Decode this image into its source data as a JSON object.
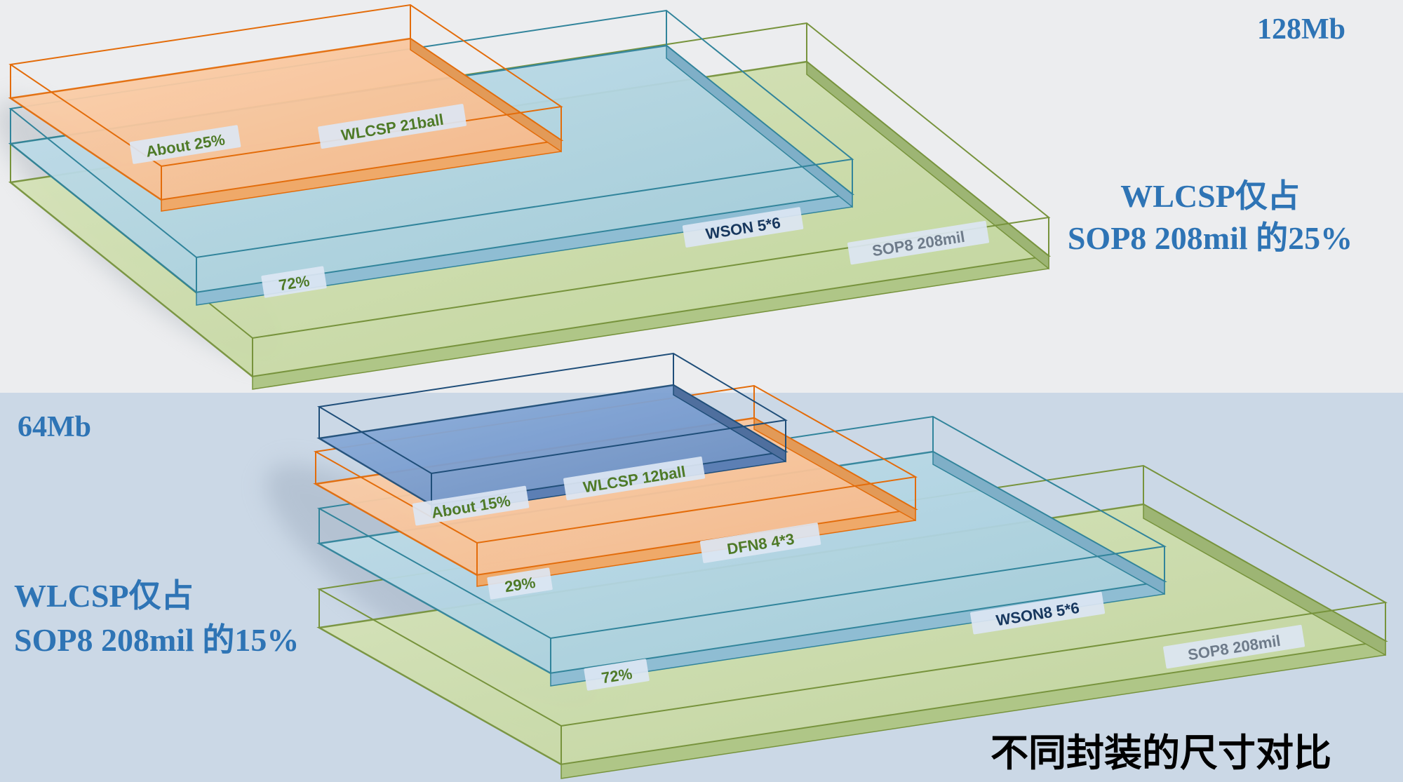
{
  "title": "不同封装的尺寸对比",
  "panel_top": {
    "capacity": "128Mb",
    "note_line1": "WLCSP仅占",
    "note_line2": "SOP8 208mil 的25%",
    "packages": {
      "wlcsp": {
        "name": "WLCSP 21ball",
        "share": "About 25%"
      },
      "wson": {
        "name": "WSON 5*6",
        "share": "72%"
      },
      "sop8": {
        "name": "SOP8 208mil"
      }
    }
  },
  "panel_bottom": {
    "capacity": "64Mb",
    "note_line1": "WLCSP仅占",
    "note_line2": "SOP8 208mil 的15%",
    "packages": {
      "wlcsp": {
        "name": "WLCSP 12ball",
        "share": "About 15%"
      },
      "dfn": {
        "name": "DFN8 4*3",
        "share": "29%"
      },
      "wson": {
        "name": "WSON8 5*6",
        "share": "72%"
      },
      "sop8": {
        "name": "SOP8 208mil"
      }
    }
  },
  "colors": {
    "heading_blue": "#2E74B5",
    "title_black": "#000000",
    "label_green": "#4E7A27",
    "label_navy": "#17375E",
    "label_gray": "#6E7B8A",
    "label_bg": "#DCE6F3",
    "orange_stroke": "#E36C0A",
    "teal_stroke": "#31849B",
    "green_stroke": "#77933C",
    "blue_stroke": "#1F4E79",
    "bg_top": "#ECEDEF",
    "bg_bottom": "#CBD8E6"
  }
}
